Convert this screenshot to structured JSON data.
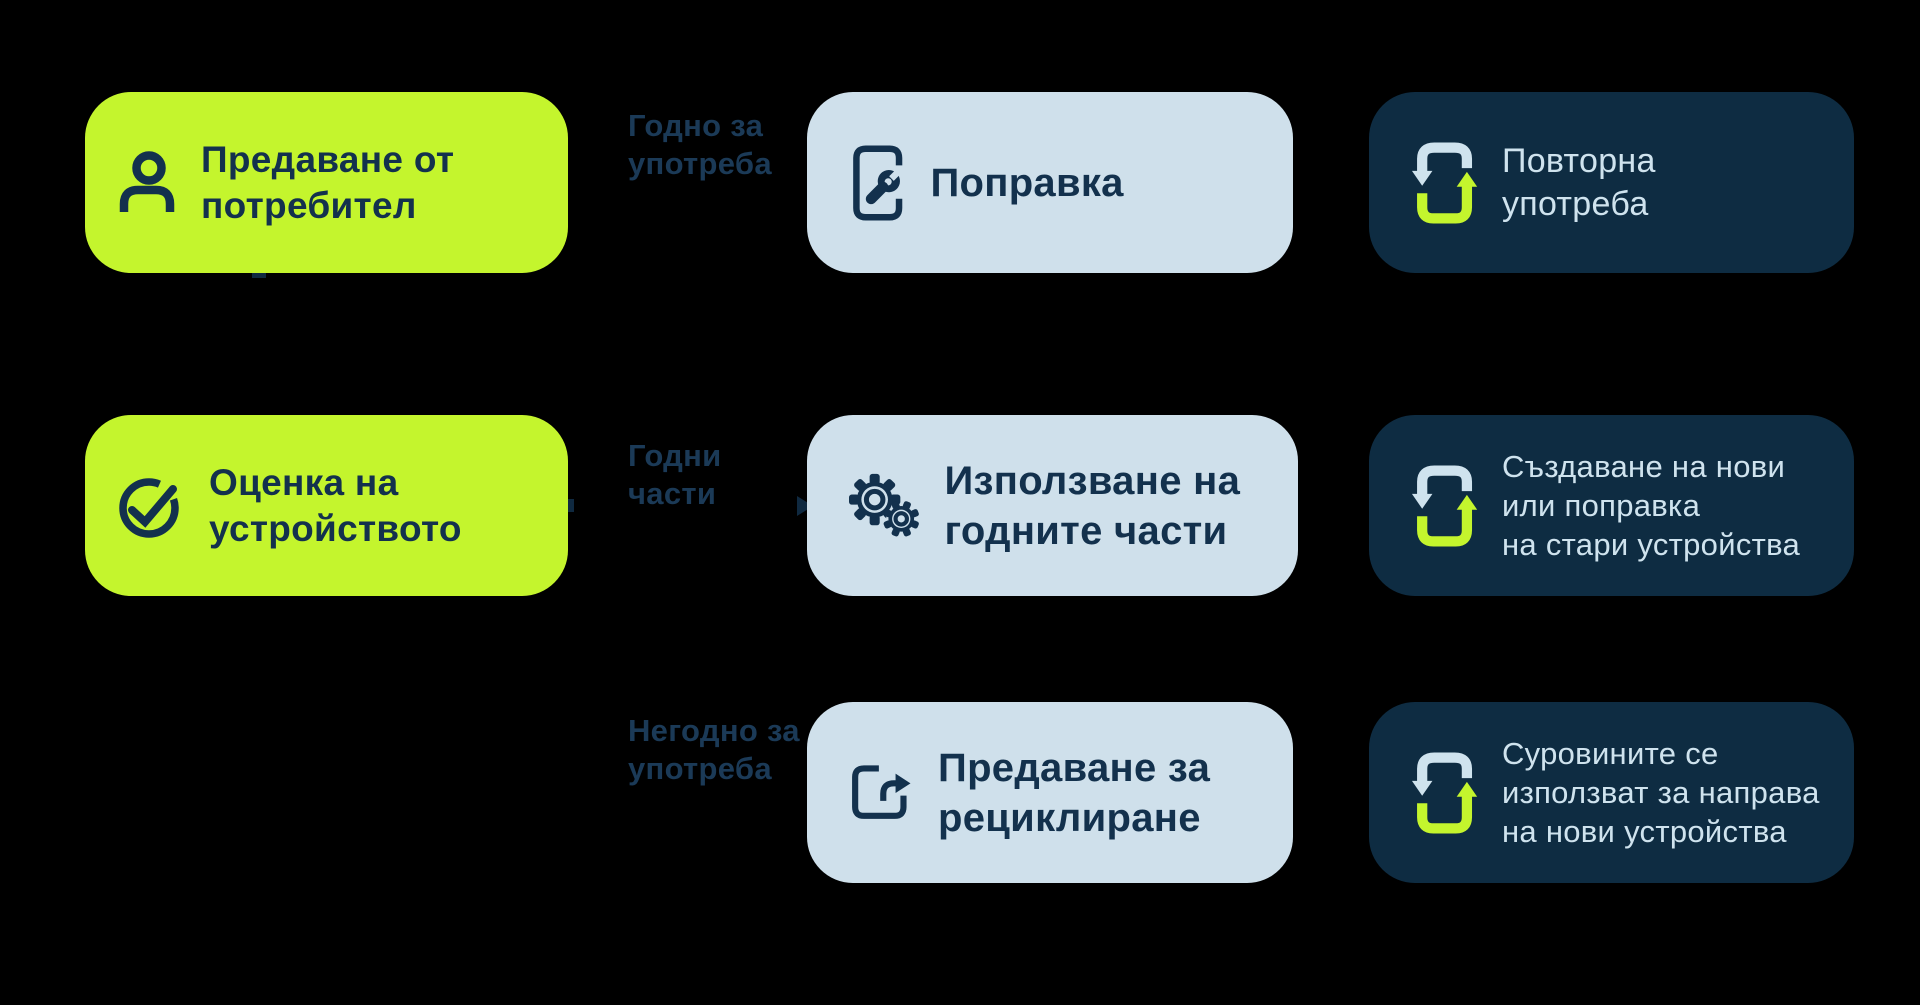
{
  "flow": {
    "intake_cards": [
      {
        "icon": "user-icon",
        "lines": [
          "Предаване от",
          "потребител"
        ]
      },
      {
        "icon": "check-circle-icon",
        "lines": [
          "Оценка на",
          "устройството"
        ]
      }
    ],
    "branch_labels": [
      {
        "lines": [
          "Годно за",
          "употреба"
        ]
      },
      {
        "lines": [
          "Годни",
          "части"
        ]
      },
      {
        "lines": [
          "Негодно за",
          "употреба"
        ]
      }
    ],
    "process_cards": [
      {
        "icon": "phone-repair-icon",
        "lines": [
          "Поправка"
        ]
      },
      {
        "icon": "gears-icon",
        "lines": [
          "Използване на",
          "годните части"
        ]
      },
      {
        "icon": "share-out-icon",
        "lines": [
          "Предаване за",
          "рециклиране"
        ]
      }
    ],
    "outcome_cards": [
      {
        "icon": "reuse-cycle-icon",
        "lines": [
          "Повторна",
          "употреба"
        ]
      },
      {
        "icon": "reuse-cycle-icon",
        "lines": [
          "Създаване на нови",
          "или поправка",
          "на стари устройства"
        ]
      },
      {
        "icon": "reuse-cycle-icon",
        "lines": [
          "Суровините се",
          "използват за направа",
          "на нови устройства"
        ]
      }
    ]
  },
  "colors": {
    "background": "#000000",
    "lime": "#c4f52d",
    "light_blue": "#cfe0eb",
    "navy_card": "#0e2c42",
    "text_dark": "#13314d",
    "text_light": "#cfe3ee",
    "label_navy": "#1b3a57"
  }
}
